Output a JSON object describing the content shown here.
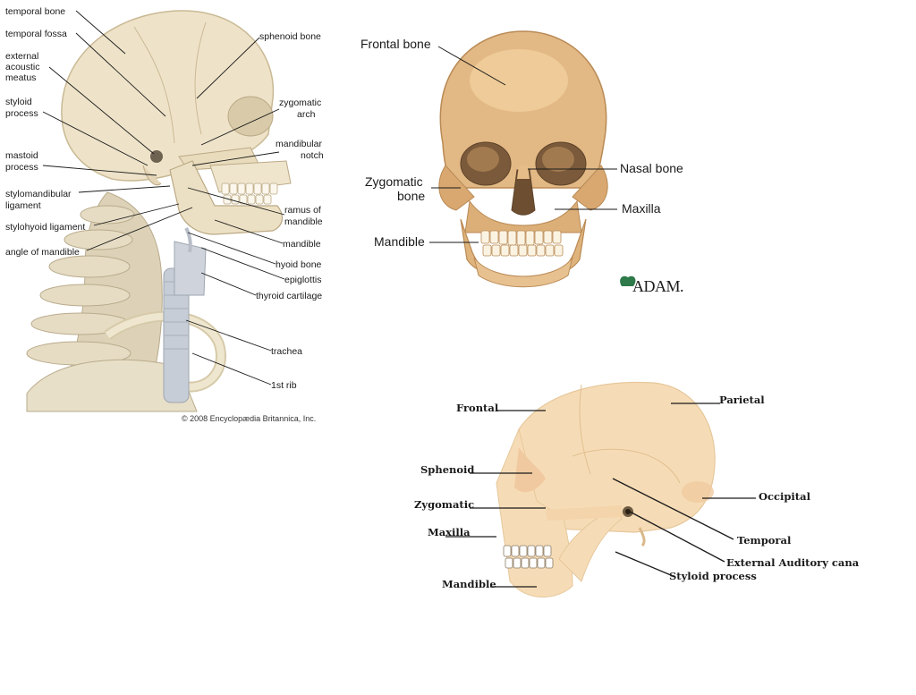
{
  "panel_lateral_neck": {
    "labels": {
      "temporal_bone": "temporal bone",
      "temporal_fossa": "temporal fossa",
      "external_acoustic_meatus": [
        "external",
        "acoustic",
        "meatus"
      ],
      "styloid_process": [
        "styloid",
        "process"
      ],
      "mastoid_process": [
        "mastoid",
        "process"
      ],
      "stylomandibular_ligament": [
        "stylomandibular",
        "ligament"
      ],
      "stylohyoid_ligament": "stylohyoid ligament",
      "angle_of_mandible": "angle of mandible",
      "sphenoid_bone": "sphenoid bone",
      "zygomatic_arch": [
        "zygomatic",
        "arch"
      ],
      "mandibular_notch": [
        "mandibular",
        "notch"
      ],
      "ramus_of_mandible": [
        "ramus of",
        "mandible"
      ],
      "mandible": "mandible",
      "hyoid_bone": "hyoid bone",
      "epiglottis": "epiglottis",
      "thyroid_cartilage": "thyroid cartilage",
      "trachea": "trachea",
      "first_rib": "1st rib"
    },
    "credit": "© 2008 Encyclopædia Britannica, Inc."
  },
  "panel_frontal": {
    "labels": {
      "frontal_bone": "Frontal bone",
      "nasal_bone": "Nasal bone",
      "zygomatic_bone": [
        "Zygomatic",
        "bone"
      ],
      "maxilla": "Maxilla",
      "mandible": "Mandible"
    },
    "logo_text": "ADAM."
  },
  "panel_lateral_diagram": {
    "labels": {
      "frontal": "Frontal",
      "parietal": "Parietal",
      "sphenoid": "Sphenoid",
      "occipital": "Occipital",
      "zygomatic": "Zygomatic",
      "maxilla": "Maxilla",
      "temporal": "Temporal",
      "external_auditory_canal": "External Auditory canal",
      "styloid_process": "Styloid process",
      "mandible": "Mandible"
    }
  },
  "colors": {
    "bone_light": "#eee3c9",
    "bone_shadow": "#cbb894",
    "bone_tan": "#e2b884",
    "bone_tan_dark": "#b98a55",
    "bone_pale": "#f6dcb6",
    "cartilage": "#c7cdd6",
    "line": "#1a1a1a"
  }
}
